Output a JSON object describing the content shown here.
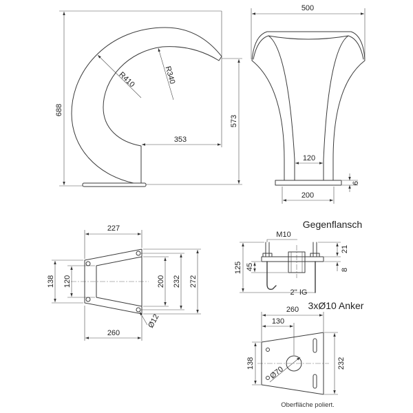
{
  "side_view": {
    "dim_height": "688",
    "radius_outer": "R410",
    "radius_inner": "R340",
    "dim_tip_height": "573",
    "dim_reach": "353"
  },
  "front_view": {
    "dim_width": "500",
    "dim_neck": "120",
    "dim_plate_thickness": "6",
    "dim_base": "200"
  },
  "top_view": {
    "dim_length": "227",
    "dim_narrow_outer": "138",
    "dim_narrow_inner": "120",
    "dim_wide_inner": "200",
    "dim_wide_mid": "232",
    "dim_wide_outer": "272",
    "dim_hole": "Ø12",
    "dim_base_length": "260"
  },
  "counter_flange": {
    "title": "Gegenflansch",
    "dim_thread": "M10",
    "dim_depth": "45",
    "dim_total": "125",
    "dim_top": "21",
    "dim_plate": "8",
    "dim_pipe": "2'' IG",
    "anchor_label": "3xØ10 Anker",
    "dim_length": "260",
    "dim_half": "130",
    "dim_narrow": "138",
    "dim_hole": "Ø70",
    "dim_wide": "232"
  },
  "note": "Oberfläche poliert."
}
